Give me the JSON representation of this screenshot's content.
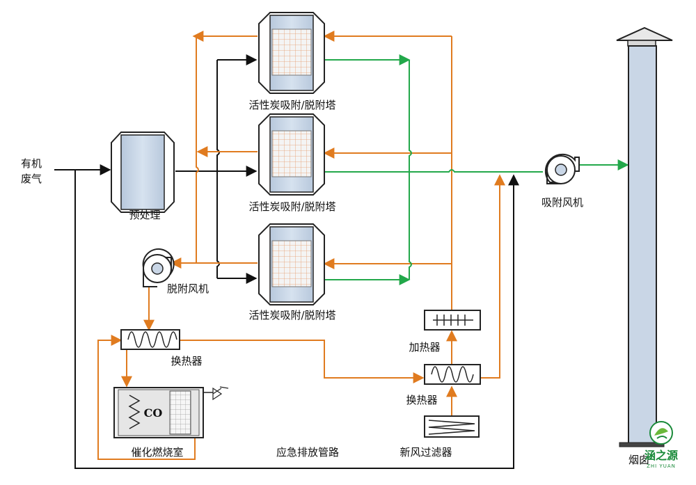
{
  "labels": {
    "waste_gas_line1": "有机",
    "waste_gas_line2": "废气",
    "pretreatment": "预处理",
    "tower_1": "活性炭吸附/脱附塔",
    "tower_2": "活性炭吸附/脱附塔",
    "tower_3": "活性炭吸附/脱附塔",
    "desorption_fan": "脱附风机",
    "heat_exchanger_1": "换热器",
    "catalytic_chamber": "催化燃烧室",
    "co_label": "CO",
    "emergency_pipe": "应急排放管路",
    "heater": "加热器",
    "heat_exchanger_2": "换热器",
    "fresh_air_filter": "新风过滤器",
    "adsorption_fan": "吸附风机",
    "chimney": "烟囱"
  },
  "logo": {
    "name": "涵之源",
    "sub": "ZHI YUAN"
  },
  "colors": {
    "orange_line": "#e07b1f",
    "green_line": "#22a84a",
    "black_line": "#111111",
    "vessel_fill": "#c9d6e6",
    "grid_line": "#e59a6a"
  }
}
